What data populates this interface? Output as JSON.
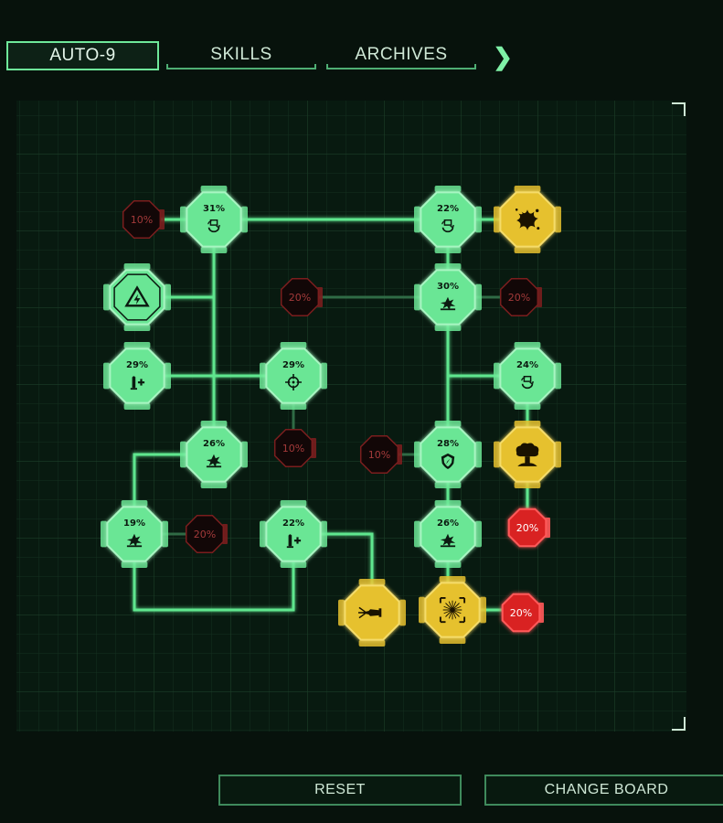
{
  "tabs": [
    {
      "label": "AUTO-9",
      "active": true
    },
    {
      "label": "SKILLS",
      "active": false
    },
    {
      "label": "ARCHIVES",
      "active": false
    }
  ],
  "next_icon": "chevron-right-icon",
  "buttons": {
    "reset": "RESET",
    "change_board": "CHANGE BOARD"
  },
  "colors": {
    "accent": "#7ef0a6",
    "node_active": "#6be695",
    "node_gold": "#e6c12e",
    "node_red_active": "#d92222",
    "node_red_locked": "#7a1e1e",
    "background": "#07120c"
  },
  "nodes": [
    {
      "id": "n1",
      "label": "31%",
      "icon": "reload-icon",
      "type": "green"
    },
    {
      "id": "n2",
      "label": "10%",
      "icon": "",
      "type": "locked"
    },
    {
      "id": "n3",
      "label": "22%",
      "icon": "reload-icon",
      "type": "green"
    },
    {
      "id": "n4",
      "label": "",
      "icon": "splat-icon",
      "type": "gold"
    },
    {
      "id": "n5",
      "label": "",
      "icon": "warning-triangle-icon",
      "type": "green"
    },
    {
      "id": "n6",
      "label": "30%",
      "icon": "explosion-icon",
      "type": "green"
    },
    {
      "id": "n7",
      "label": "20%",
      "icon": "",
      "type": "locked"
    },
    {
      "id": "n8",
      "label": "20%",
      "icon": "",
      "type": "locked"
    },
    {
      "id": "n9",
      "label": "29%",
      "icon": "ammo-plus-icon",
      "type": "green"
    },
    {
      "id": "n10",
      "label": "29%",
      "icon": "crosshair-icon",
      "type": "green"
    },
    {
      "id": "n11",
      "label": "24%",
      "icon": "reload-icon",
      "type": "green"
    },
    {
      "id": "n12",
      "label": "10%",
      "icon": "",
      "type": "locked"
    },
    {
      "id": "n13",
      "label": "26%",
      "icon": "explosion-icon",
      "type": "green"
    },
    {
      "id": "n14",
      "label": "10%",
      "icon": "",
      "type": "locked"
    },
    {
      "id": "n15",
      "label": "28%",
      "icon": "shield-icon",
      "type": "green"
    },
    {
      "id": "n16",
      "label": "",
      "icon": "mushroom-cloud-icon",
      "type": "gold"
    },
    {
      "id": "n17",
      "label": "19%",
      "icon": "explosion-icon",
      "type": "green"
    },
    {
      "id": "n18",
      "label": "20%",
      "icon": "",
      "type": "locked"
    },
    {
      "id": "n19",
      "label": "22%",
      "icon": "ammo-plus-icon",
      "type": "green"
    },
    {
      "id": "n20",
      "label": "26%",
      "icon": "explosion-icon",
      "type": "green"
    },
    {
      "id": "n21",
      "label": "20%",
      "icon": "",
      "type": "red"
    },
    {
      "id": "n22",
      "label": "",
      "icon": "missile-icon",
      "type": "gold"
    },
    {
      "id": "n23",
      "label": "",
      "icon": "starburst-target-icon",
      "type": "gold"
    },
    {
      "id": "n24",
      "label": "20%",
      "icon": "",
      "type": "red"
    }
  ]
}
